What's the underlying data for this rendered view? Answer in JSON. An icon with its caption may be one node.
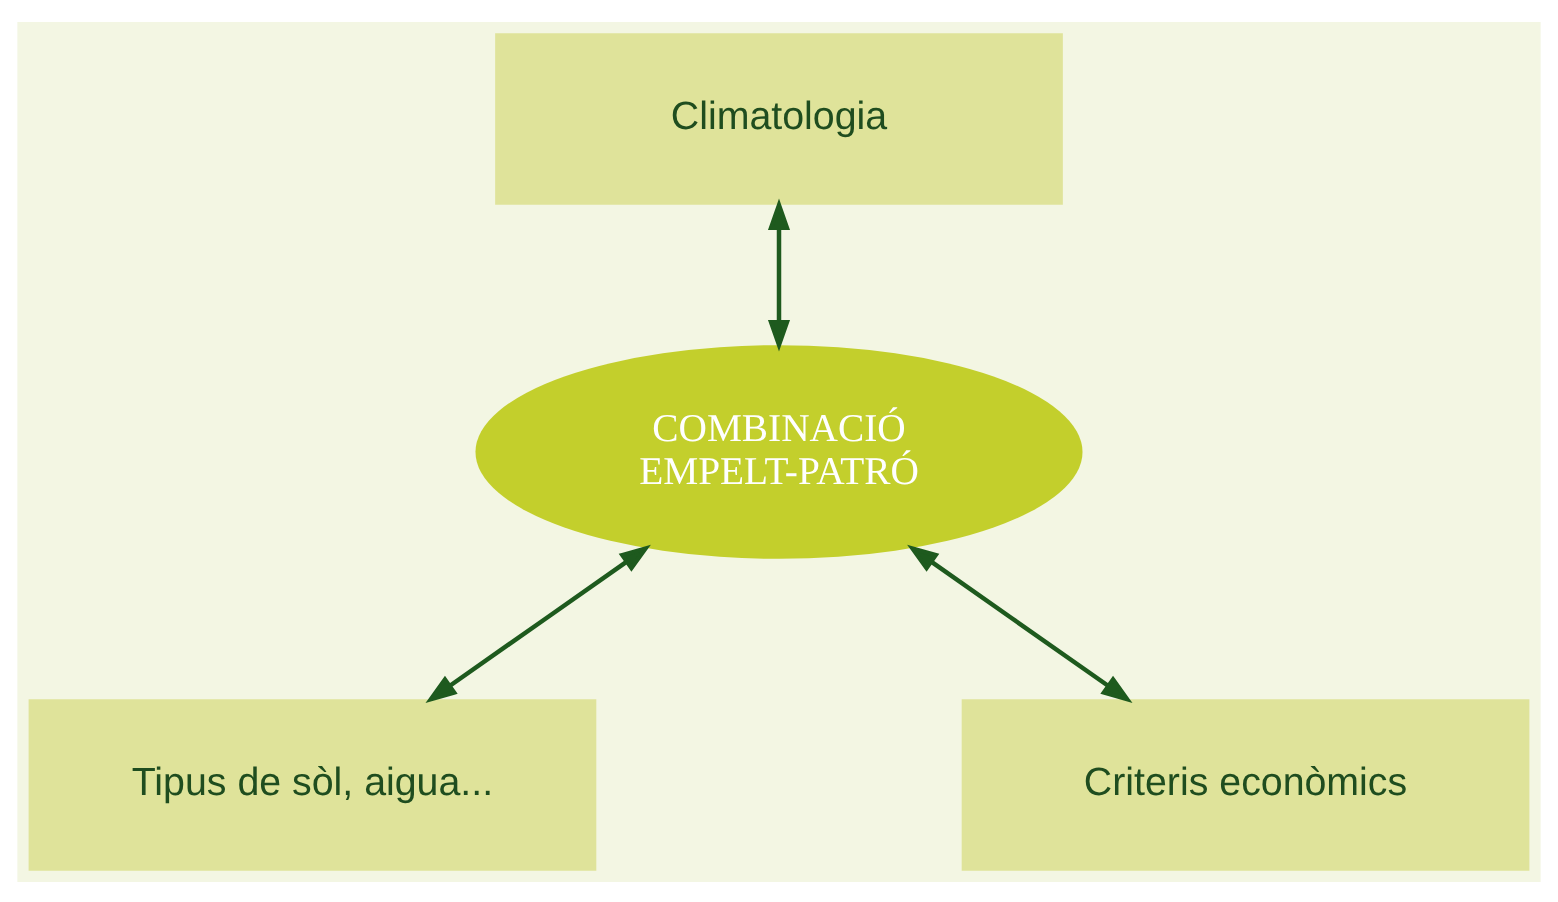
{
  "diagram": {
    "nodes": [
      {
        "text": [
          "Climatologia"
        ]
      },
      {
        "text": [
          "COMBINACIÓ EMPELT-PATRÓ"
        ]
      },
      {
        "text": [
          "Tipus de sòl, aigua..."
        ]
      },
      {
        "text": [
          "Criteris econòmics"
        ]
      }
    ],
    "edges": [
      {
        "from": 0,
        "to": 1,
        "arrow": "both"
      },
      {
        "from": 1,
        "to": 2,
        "arrow": "both"
      },
      {
        "from": 1,
        "to": 3,
        "arrow": "both"
      }
    ]
  }
}
